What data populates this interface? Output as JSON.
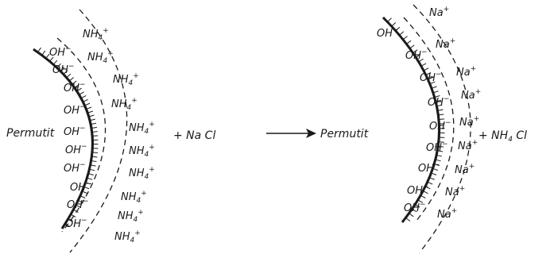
{
  "left_panel": {
    "matrix_label": "Permutit",
    "hydroxide": "OH",
    "hydroxide_charge": "−",
    "cation_base": "NH",
    "cation_sub": "4",
    "cation_charge": "+",
    "reagent": "+ Na Cl"
  },
  "right_panel": {
    "matrix_label": "Permutit",
    "hydroxide": "OH",
    "hydroxide_charge": "−",
    "cation_base": "Na",
    "cation_charge": "+",
    "product_prefix": "+ NH",
    "product_sub": "4",
    "product_suffix": " Cl"
  },
  "arrow": "⟶",
  "colors": {
    "ink": "#1a1a1a"
  }
}
